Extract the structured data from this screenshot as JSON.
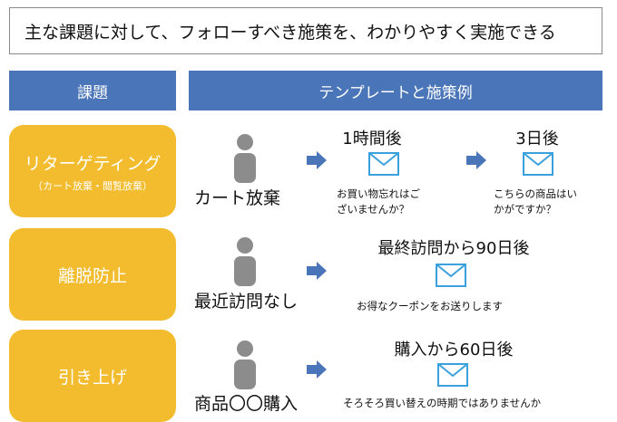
{
  "title": "主な課題に対して、フォローすべき施策を、わかりやすく実施できる",
  "header": {
    "left": "課題",
    "right": "テンプレートと施策例"
  },
  "rows": [
    {
      "issue": "リターゲティング",
      "issue_sub": "（カート放棄・閲覧放棄）",
      "trigger": "カート放棄",
      "steps": [
        {
          "timing": "1時間後",
          "message_l1": "お買い物忘れはご",
          "message_l2": "ざいませんか？"
        },
        {
          "timing": "3日後",
          "message_l1": "こちらの商品はい",
          "message_l2": "かがですか？"
        }
      ]
    },
    {
      "issue": "離脱防止",
      "trigger": "最近訪問なし",
      "steps": [
        {
          "timing": "最終訪問から90日後",
          "message": "お得なクーポンをお送りします"
        }
      ]
    },
    {
      "issue": "引き上げ",
      "trigger": "商品〇〇購入",
      "steps": [
        {
          "timing": "購入から60日後",
          "message": "そろそろ買い替えの時期ではありませんか"
        }
      ]
    }
  ],
  "colors": {
    "header": "#4a75b8",
    "issue": "#f3bc2e",
    "person": "#8c8c8c",
    "arrow": "#4a75b8",
    "mail": "#3aa1dc"
  },
  "icons": {
    "person": "person-icon",
    "arrow": "arrow-right-icon",
    "mail": "envelope-icon"
  }
}
